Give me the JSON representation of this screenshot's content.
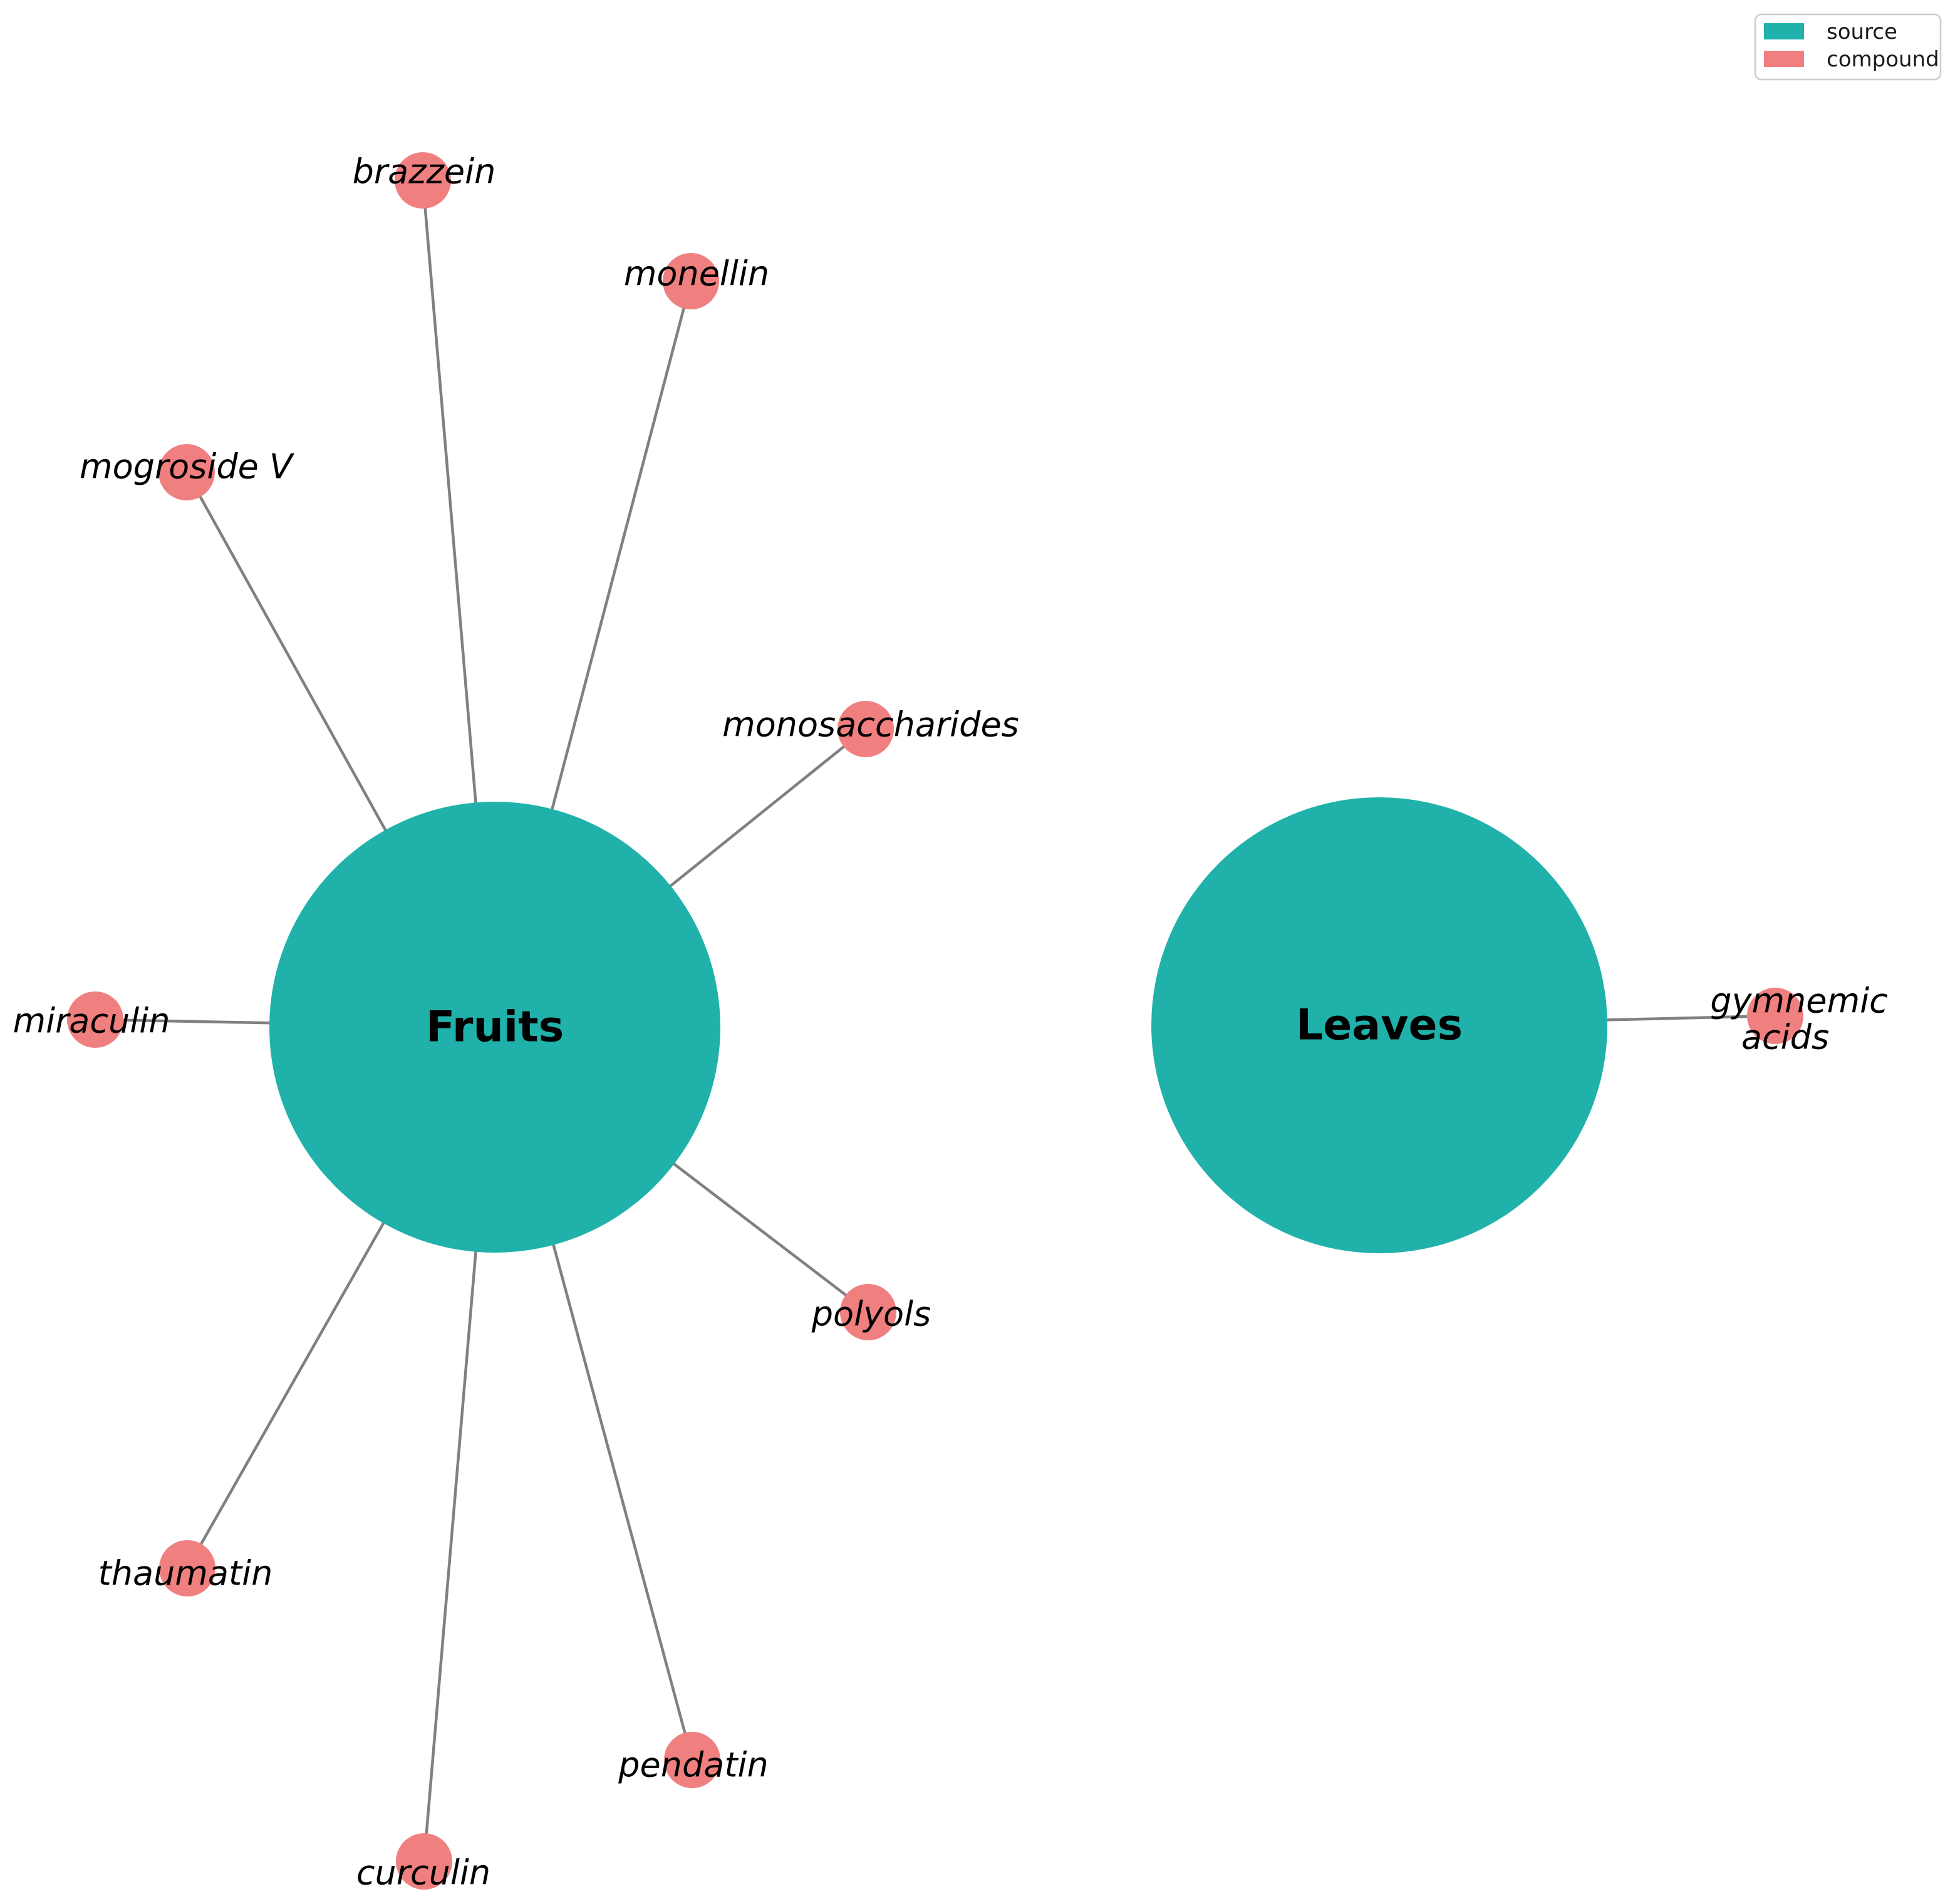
{
  "figure": {
    "type": "network-graph",
    "description": "Bipartite network of sweetener sources and their sweet compounds",
    "background": "#ffffff"
  },
  "colors": {
    "source": "#20b2aa",
    "compound": "#f08080",
    "edge": "#808080",
    "label": "#000000"
  },
  "legend": {
    "items": [
      {
        "label": "source",
        "color": "#20b2aa"
      },
      {
        "label": "compound",
        "color": "#f08080"
      }
    ]
  },
  "graph": {
    "sources": [
      {
        "label": "Fruits"
      },
      {
        "label": "Leaves"
      }
    ],
    "compounds": [
      {
        "label": "brazzein"
      },
      {
        "label": "monellin"
      },
      {
        "label": "mogroside V"
      },
      {
        "label": "monosaccharides"
      },
      {
        "label": "miraculin"
      },
      {
        "label": "polyols"
      },
      {
        "label": "thaumatin"
      },
      {
        "label": "pendatin"
      },
      {
        "label": "curculin"
      },
      {
        "label": "gymnemic acids",
        "lines": [
          "gymnemic",
          "acids"
        ]
      }
    ],
    "edges": [
      {
        "from": "Fruits",
        "to": "brazzein"
      },
      {
        "from": "Fruits",
        "to": "monellin"
      },
      {
        "from": "Fruits",
        "to": "mogroside V"
      },
      {
        "from": "Fruits",
        "to": "monosaccharides"
      },
      {
        "from": "Fruits",
        "to": "miraculin"
      },
      {
        "from": "Fruits",
        "to": "polyols"
      },
      {
        "from": "Fruits",
        "to": "thaumatin"
      },
      {
        "from": "Fruits",
        "to": "pendatin"
      },
      {
        "from": "Fruits",
        "to": "curculin"
      },
      {
        "from": "Leaves",
        "to": "gymnemic acids"
      }
    ]
  }
}
